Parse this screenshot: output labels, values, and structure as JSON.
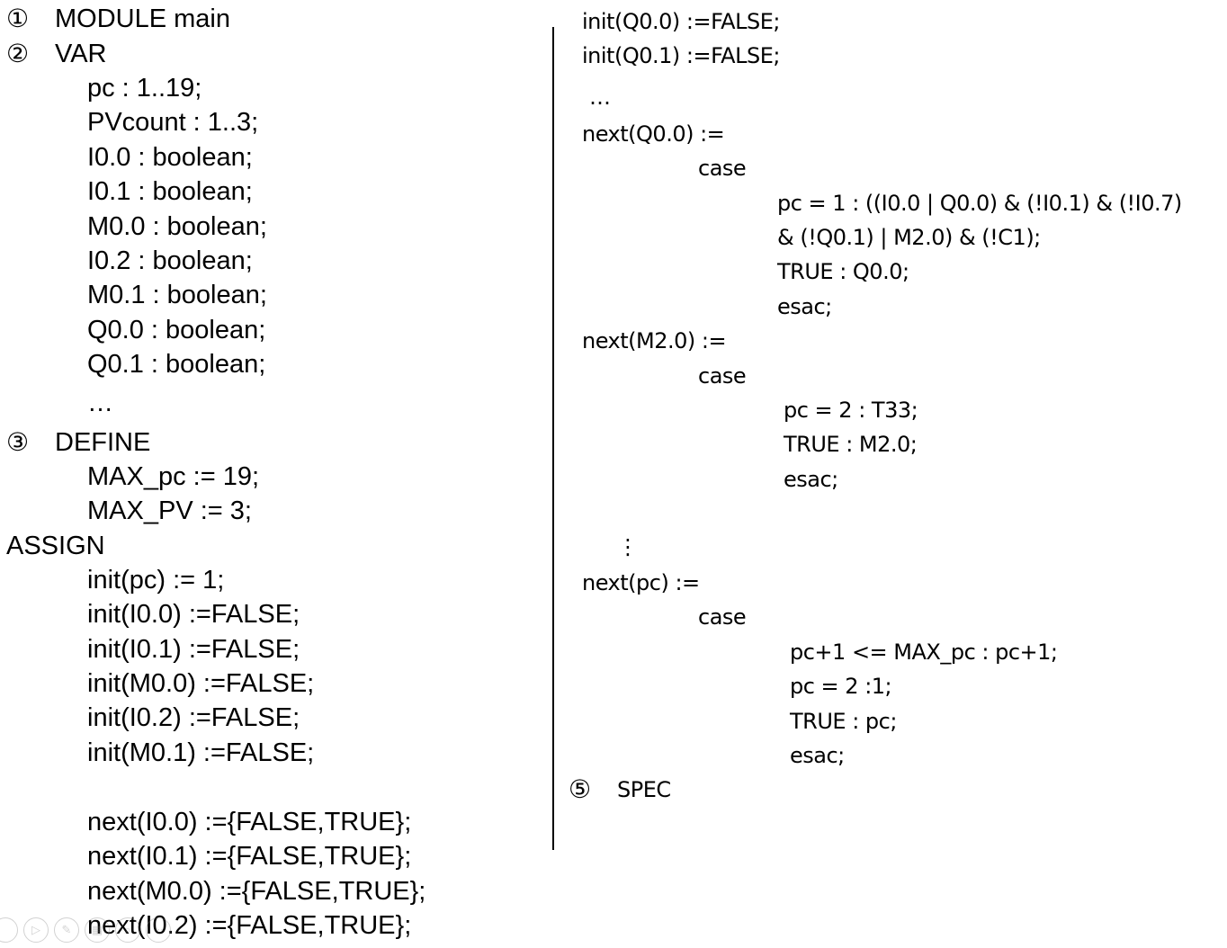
{
  "left": {
    "m1": "①",
    "t1": "MODULE main",
    "m2": "②",
    "t2": "VAR",
    "var_lines": [
      "pc : 1..19;",
      "PVcount : 1..3;",
      "I0.0 : boolean;",
      "I0.1 : boolean;",
      "M0.0 : boolean;",
      "I0.2 : boolean;",
      "M0.1 : boolean;",
      "Q0.0 : boolean;",
      "Q0.1 : boolean;",
      "…"
    ],
    "m3": "③",
    "t3": "DEFINE",
    "define_lines": [
      "MAX_pc := 19;",
      "MAX_PV := 3;"
    ],
    "assign": "ASSIGN",
    "init_lines": [
      "init(pc) := 1;",
      "init(I0.0) :=FALSE;",
      "init(I0.1) :=FALSE;",
      "init(M0.0) :=FALSE;",
      "init(I0.2) :=FALSE;",
      "init(M0.1) :=FALSE;"
    ],
    "next_lines": [
      "next(I0.0) :={FALSE,TRUE};",
      "next(I0.1) :={FALSE,TRUE};",
      "next(M0.0) :={FALSE,TRUE};",
      "next(I0.2) :={FALSE,TRUE};"
    ]
  },
  "right": {
    "init_lines": [
      "init(Q0.0) :=FALSE;",
      "init(Q0.1) :=FALSE;"
    ],
    "ellipsis1": "…",
    "next_q00": "next(Q0.0) :=",
    "case1": "case",
    "q00_lines": [
      "pc = 1 : ((I0.0 | Q0.0) & (!I0.1) & (!I0.7)",
      "& (!Q0.1) | M2.0) & (!C1);",
      "TRUE : Q0.0;",
      "esac;"
    ],
    "next_m20": "next(M2.0) :=",
    "case2": "case",
    "m20_lines": [
      "pc = 2 : T33;",
      "TRUE : M2.0;",
      "esac;"
    ],
    "vdots": "⋮",
    "next_pc": "next(pc) :=",
    "case3": "case",
    "pc_lines": [
      "pc+1 <= MAX_pc : pc+1;",
      "pc = 2 :1;",
      "TRUE : pc;",
      "esac;"
    ],
    "m5": "⑤",
    "t5": "SPEC"
  },
  "toolbar": {
    "icons": [
      "circle-icon",
      "play-icon",
      "pen-icon",
      "grid-icon",
      "zoom-icon",
      "more-icon"
    ]
  }
}
